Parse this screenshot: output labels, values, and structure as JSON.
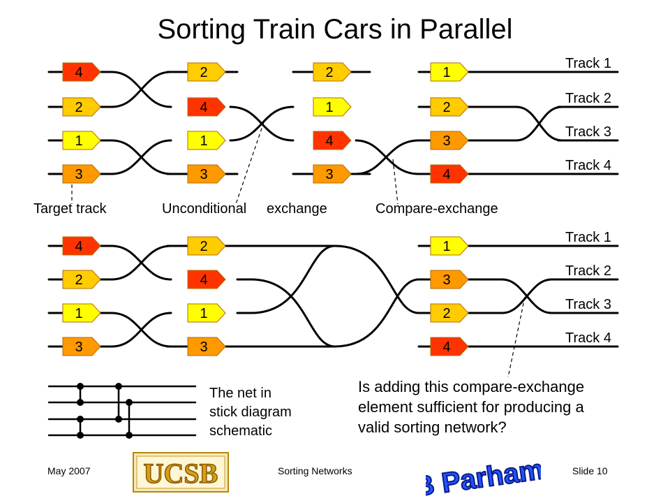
{
  "title": "Sorting Train Cars in Parallel",
  "top": {
    "tracks": [
      "Track 1",
      "Track 2",
      "Track 3",
      "Track 4"
    ],
    "columns": [
      {
        "cars": [
          "4",
          "2",
          "1",
          "3"
        ]
      },
      {
        "cars": [
          "2",
          "4",
          "1",
          "3"
        ]
      },
      {
        "cars": [
          "2",
          "1",
          "4",
          "3"
        ]
      },
      {
        "cars": [
          "1",
          "2",
          "3",
          "4"
        ]
      }
    ],
    "annotations": {
      "target_track": "Target track",
      "unconditional": "Unconditional",
      "exchange": "exchange",
      "compare_exchange": "Compare-exchange"
    }
  },
  "bottom": {
    "tracks": [
      "Track 1",
      "Track 2",
      "Track 3",
      "Track 4"
    ],
    "columns": [
      {
        "cars": [
          "4",
          "2",
          "1",
          "3"
        ]
      },
      {
        "cars": [
          "2",
          "4",
          "1",
          "3"
        ]
      },
      {
        "cars": [
          "1",
          "3",
          "2",
          "4"
        ]
      }
    ]
  },
  "stick_caption": [
    "The net in",
    "stick diagram",
    "schematic"
  ],
  "question": [
    "Is adding this compare-exchange",
    "element sufficient for producing a",
    "valid sorting network?"
  ],
  "footer": {
    "date": "May 2007",
    "center": "Sorting Networks",
    "slide": "Slide 10"
  },
  "logos": {
    "ucsb": "UCSB",
    "author": "B Parhami"
  },
  "colors": {
    "car_1": "#ffff00",
    "car_2": "#ffcc00",
    "car_3": "#ff9900",
    "car_4": "#ff3300"
  }
}
